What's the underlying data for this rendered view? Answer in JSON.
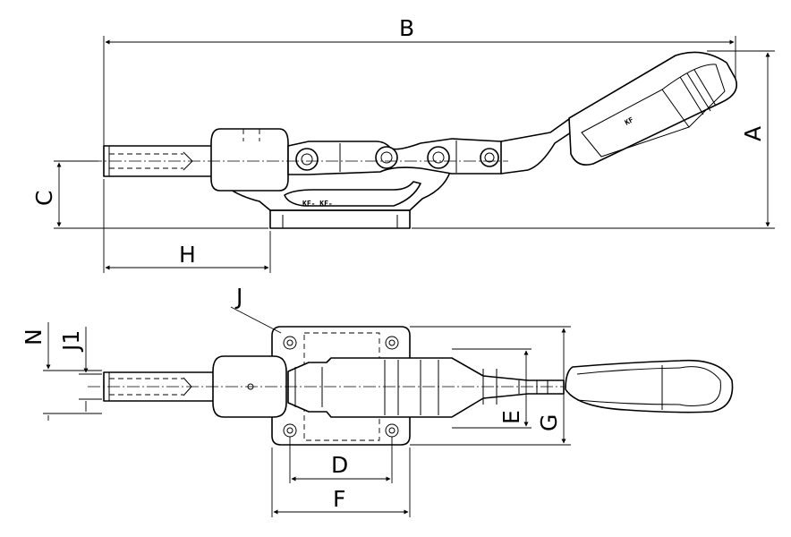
{
  "drawing": {
    "dimension_labels": {
      "A": "A",
      "B": "B",
      "C": "C",
      "H": "H",
      "J": "J",
      "N": "N",
      "J1": "J1",
      "D": "D",
      "E": "E",
      "F": "F",
      "G": "G"
    },
    "body_marking": "KF-  KF-",
    "handle_marking": "KF"
  }
}
